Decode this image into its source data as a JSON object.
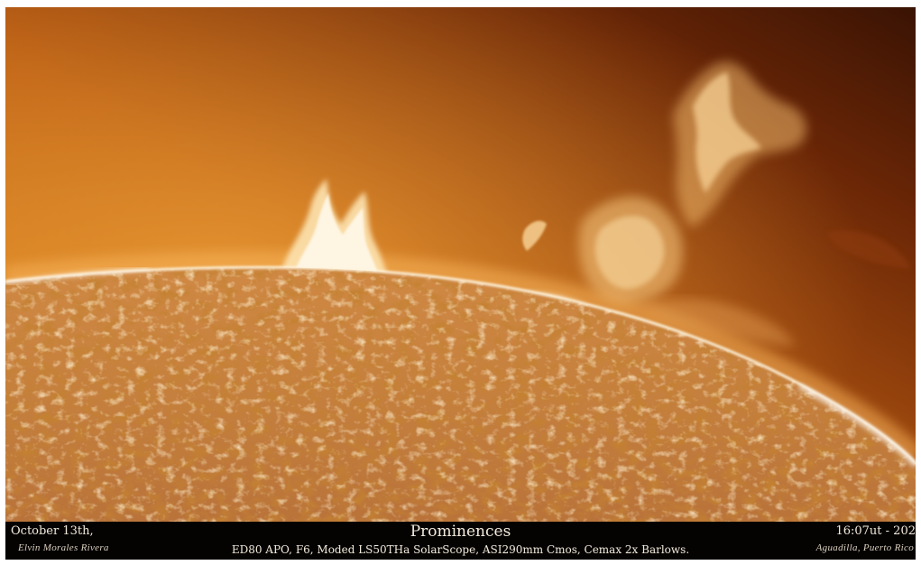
{
  "image": {
    "subject": "solar-limb-h-alpha",
    "colors": {
      "sky_bright": "#d9801c",
      "sky_dark": "#3a1304",
      "surface_light": "#e9b36e",
      "surface_dark": "#8a3e0a",
      "limb_glow": "#fff6e0",
      "caption_bg": "#050301",
      "caption_text": "#f2eadc"
    }
  },
  "caption": {
    "date": "October 13th,",
    "title": "Prominences",
    "time": "16:07ut - 202",
    "signature": "Elvin Morales Rivera",
    "equipment": "ED80 APO, F6, Moded LS50THa SolarScope, ASI290mm Cmos, Cemax 2x Barlows.",
    "location": "Aguadilla, Puerto Rico"
  }
}
